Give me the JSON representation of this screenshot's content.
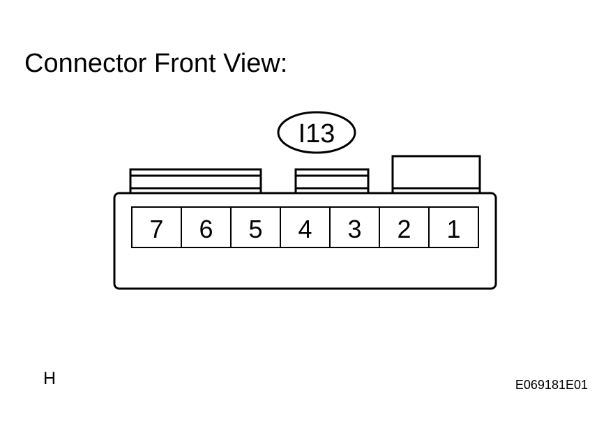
{
  "title": "Connector Front View:",
  "connector": {
    "id": "I13",
    "pins": [
      "7",
      "6",
      "5",
      "4",
      "3",
      "2",
      "1"
    ]
  },
  "footer": {
    "left_mark": "H",
    "figure_code": "E069181E01"
  }
}
